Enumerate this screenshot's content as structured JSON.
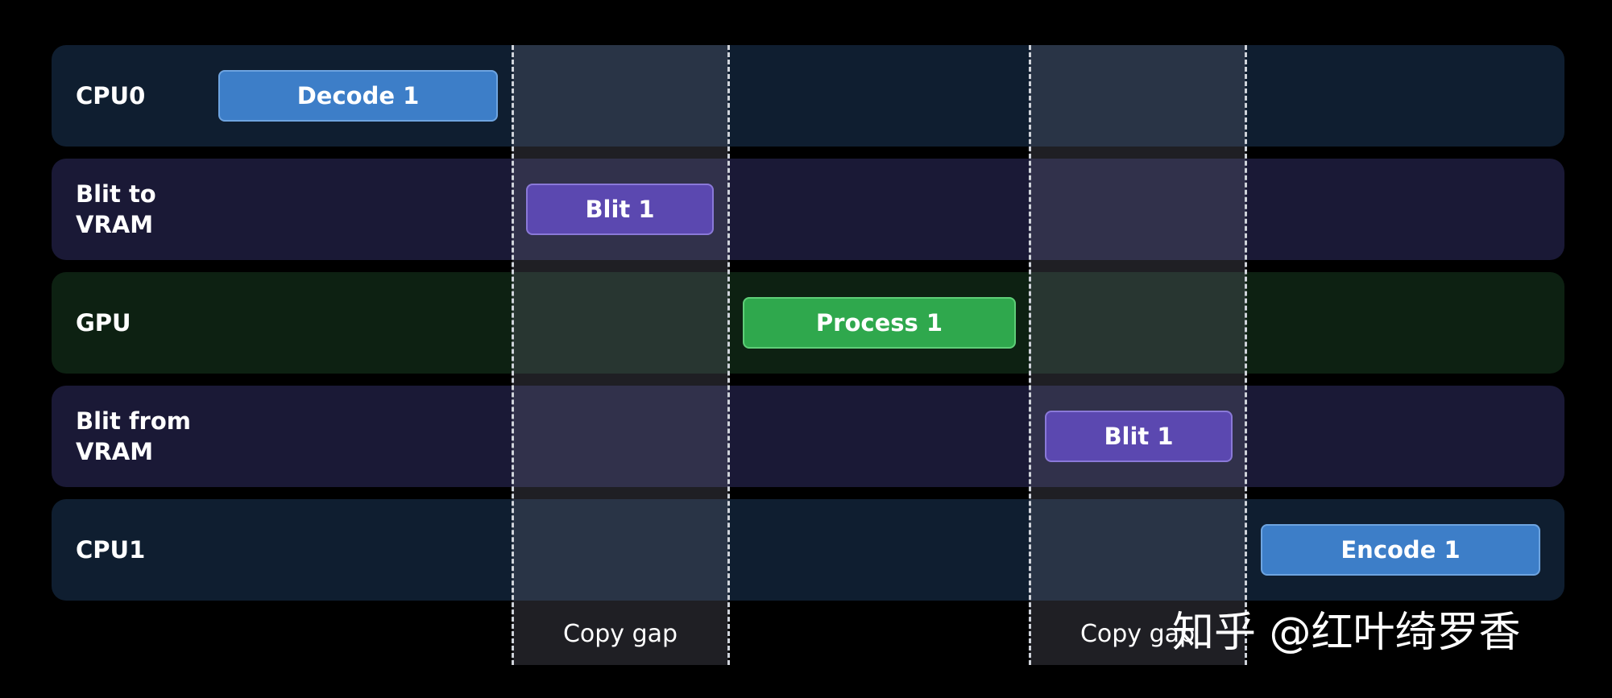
{
  "lanes": [
    {
      "label": "CPU0",
      "color": "#0f1e30"
    },
    {
      "label": "Blit to\nVRAM",
      "color": "#1a1936"
    },
    {
      "label": "GPU",
      "color": "#0d2112"
    },
    {
      "label": "Blit from\n  VRAM",
      "color": "#1a1936"
    },
    {
      "label": "CPU1",
      "color": "#0f1e30"
    }
  ],
  "tasks": [
    {
      "label": "Decode 1",
      "lane": "CPU0",
      "color": "#3d7ec8"
    },
    {
      "label": "Blit 1",
      "lane": "Blit to VRAM",
      "color": "#5b48b0"
    },
    {
      "label": "Process 1",
      "lane": "GPU",
      "color": "#2fa84d"
    },
    {
      "label": "Blit 1",
      "lane": "Blit from VRAM",
      "color": "#5b48b0"
    },
    {
      "label": "Encode 1",
      "lane": "CPU1",
      "color": "#3d7ec8"
    }
  ],
  "gaps": [
    {
      "label": "Copy gap"
    },
    {
      "label": "Copy gap"
    }
  ],
  "watermark": "知乎 @红叶绮罗香"
}
